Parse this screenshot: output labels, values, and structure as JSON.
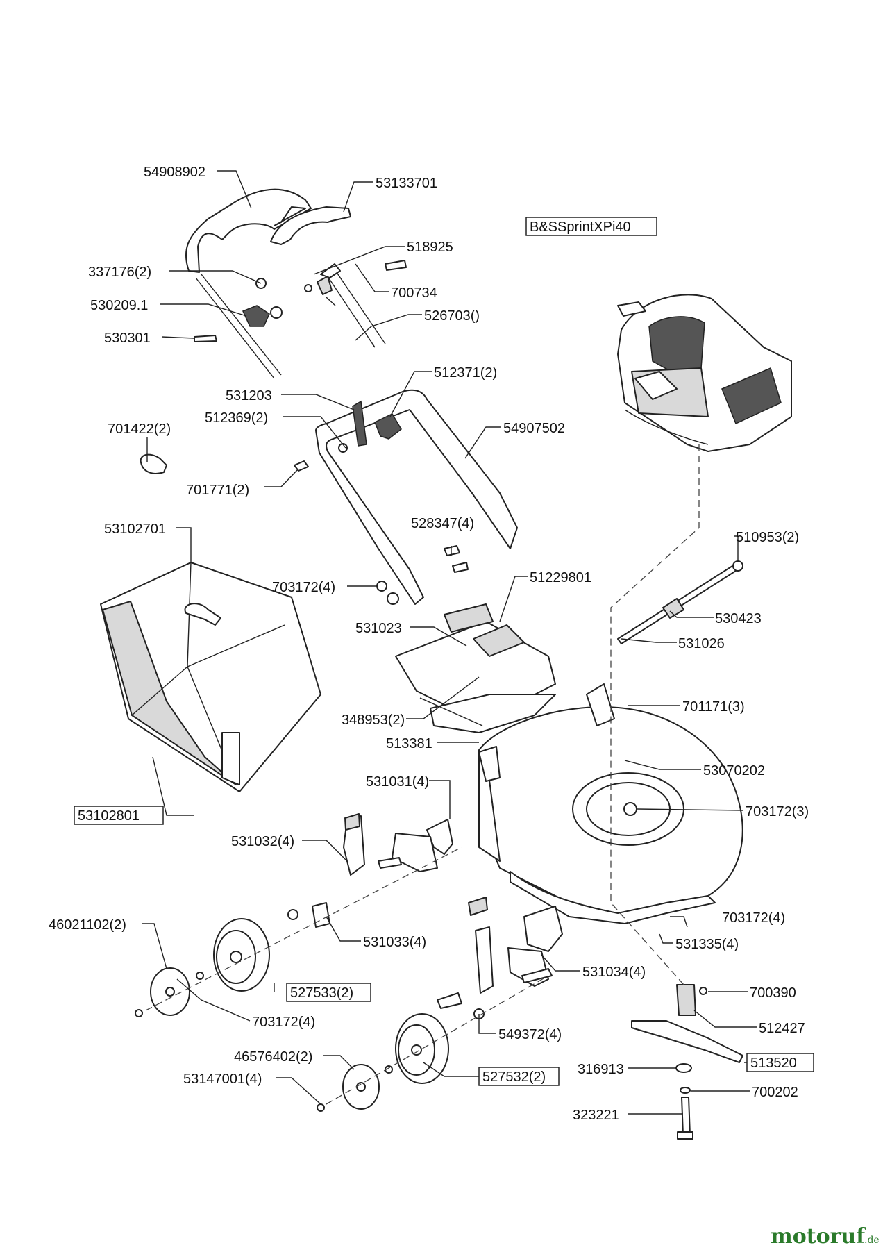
{
  "labels": {
    "handle_upper": "54908902",
    "handle_mid": "53133701",
    "part_518925": "518925",
    "part_337176": "337176(2)",
    "part_530209": "530209.1",
    "part_700734": "700734",
    "part_526703": "526703()",
    "part_530301": "530301",
    "engine": "B&SSprintXPi40",
    "part_531203": "531203",
    "part_512371": "512371(2)",
    "part_512369": "512369(2)",
    "handle_lower": "54907502",
    "part_701422": "701422(2)",
    "part_701771": "701771(2)",
    "grass_bag": "53102701",
    "part_528347": "528347(4)",
    "part_510953": "510953(2)",
    "part_703172a": "703172(4)",
    "part_51229801": "51229801",
    "part_531023": "531023",
    "part_530423": "530423",
    "part_531026": "531026",
    "part_348953": "348953(2)",
    "part_701171": "701171(3)",
    "part_513381": "513381",
    "deck": "53070202",
    "part_531031": "531031(4)",
    "part_703172b": "703172(3)",
    "bag_frame": "53102801",
    "part_531032": "531032(4)",
    "part_46021102": "46021102(2)",
    "part_703172c": "703172(4)",
    "part_531033": "531033(4)",
    "part_531335": "531335(4)",
    "part_531034": "531034(4)",
    "wheel_rear": "527533(2)",
    "part_700390": "700390",
    "part_703172d": "703172(4)",
    "part_512427": "512427",
    "part_549372": "549372(4)",
    "part_46576402": "46576402(2)",
    "blade": "513520",
    "part_316913": "316913",
    "part_53147001": "53147001(4)",
    "wheel_front": "527532(2)",
    "part_700202": "700202",
    "part_323221": "323221"
  },
  "logo": {
    "name": "motoruf",
    "tld": ".de",
    "color": "#2a7a2a"
  }
}
